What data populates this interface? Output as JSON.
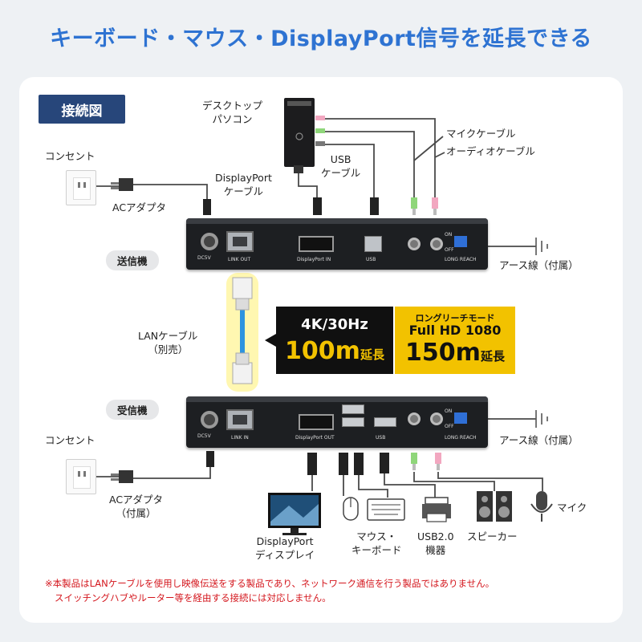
{
  "title": "キーボード・マウス・DisplayPort信号を延長できる",
  "badge": "接続図",
  "top": {
    "pc_label": [
      "デスクトップ",
      "パソコン"
    ],
    "outlet_label": "コンセント",
    "ac_adapter_label": "ACアダプタ",
    "dp_cable_label": [
      "DisplayPort",
      "ケーブル"
    ],
    "usb_cable_label": [
      "USB",
      "ケーブル"
    ],
    "mic_cable_label": "マイクケーブル",
    "audio_cable_label": "オーディオケーブル",
    "earth_label": "アース線（付属）"
  },
  "transmitter": {
    "label": "送信機",
    "ports": {
      "dc": "DC5V",
      "link": "LINK OUT",
      "dp": "DisplayPort IN",
      "usb": "USB",
      "long": "LONG REACH",
      "on": "ON",
      "off": "OFF"
    }
  },
  "lan": {
    "label": [
      "LANケーブル",
      "（別売）"
    ]
  },
  "spec": {
    "normal_res": "4K/30Hz",
    "normal_dist": "100m",
    "normal_suffix": "延長",
    "long_mode": "ロングリーチモード",
    "long_res": "Full HD 1080",
    "long_dist": "150m",
    "long_suffix": "延長"
  },
  "receiver": {
    "label": "受信機",
    "ports": {
      "dc": "DC5V",
      "link": "LINK IN",
      "dp": "DisplayPort OUT",
      "usb": "USB",
      "long": "LONG REACH",
      "on": "ON",
      "off": "OFF"
    }
  },
  "bottom": {
    "outlet_label": "コンセント",
    "ac_adapter_label": [
      "ACアダプタ",
      "（付属）"
    ],
    "earth_label": "アース線（付属）",
    "display_label": [
      "DisplayPort",
      "ディスプレイ"
    ],
    "mouse_kb_label": [
      "マウス・",
      "キーボード"
    ],
    "usb_device_label": [
      "USB2.0",
      "機器"
    ],
    "speaker_label": "スピーカー",
    "mic_label": "マイク"
  },
  "notes": [
    "※本製品はLANケーブルを使用し映像伝送をする製品であり、ネットワーク通信を行う製品ではありません。",
    "スイッチングハブやルーター等を経由する接続には対応しません。"
  ],
  "colors": {
    "title": "#2e73d2",
    "badge": "#27467a",
    "spec_yellow": "#f2c200",
    "note": "#d4161d",
    "lan": "#2d93e0",
    "mic_green": "#7dd06a",
    "audio_pink": "#f29ab8"
  }
}
